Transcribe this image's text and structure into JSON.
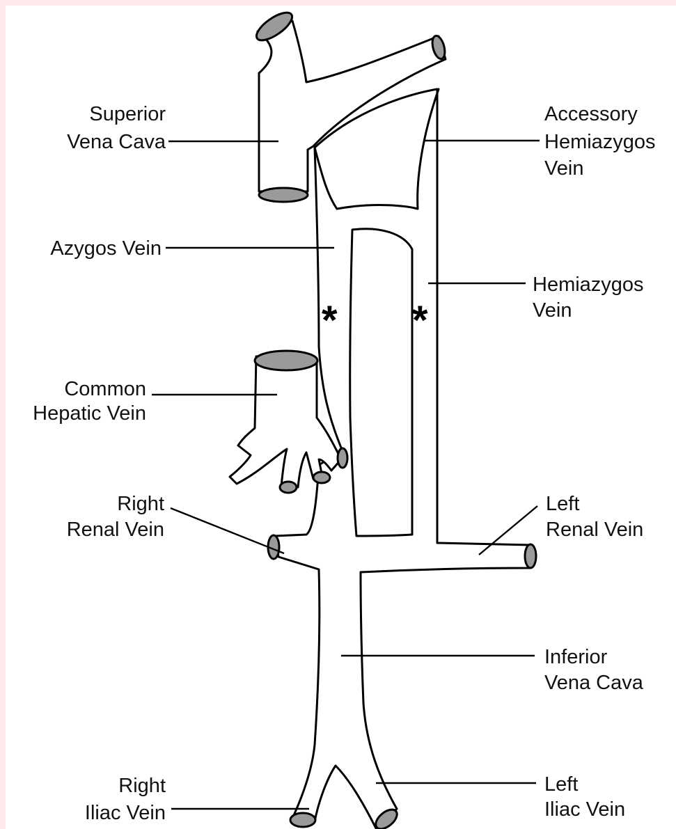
{
  "labels": {
    "superior_vena_cava": [
      "Superior",
      "Vena Cava"
    ],
    "accessory_hemiazygos_vein": [
      "Accessory",
      "Hemiazygos",
      "Vein"
    ],
    "azygos_vein": [
      "Azygos Vein"
    ],
    "hemiazygos_vein": [
      "Hemiazygos",
      "Vein"
    ],
    "common_hepatic_vein": [
      "Common",
      "Hepatic Vein"
    ],
    "right_renal_vein": [
      "Right",
      "Renal Vein"
    ],
    "left_renal_vein": [
      "Left",
      "Renal Vein"
    ],
    "inferior_vena_cava": [
      "Inferior",
      "Vena Cava"
    ],
    "right_iliac_vein": [
      "Right",
      "Iliac Vein"
    ],
    "left_iliac_vein": [
      "Left",
      "Iliac Vein"
    ]
  },
  "markers": {
    "azygos_asterisk": "*",
    "hemiazygos_asterisk": "*"
  },
  "colors": {
    "page_background": "#fde8ea",
    "diagram_background": "#ffffff",
    "line": "#000000",
    "vessel_end_shading": "#9a9a9a"
  }
}
